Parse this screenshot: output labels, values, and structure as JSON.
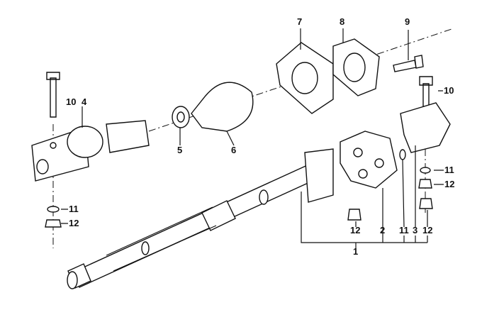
{
  "diagram": {
    "callouts": [
      {
        "id": "label-7",
        "text": "7"
      },
      {
        "id": "label-8",
        "text": "8"
      },
      {
        "id": "label-9",
        "text": "9"
      },
      {
        "id": "label-10-left",
        "text": "10"
      },
      {
        "id": "label-4",
        "text": "4"
      },
      {
        "id": "label-10-right",
        "text": "10"
      },
      {
        "id": "label-5",
        "text": "5"
      },
      {
        "id": "label-6",
        "text": "6"
      },
      {
        "id": "label-11-right",
        "text": "11"
      },
      {
        "id": "label-12-right",
        "text": "12"
      },
      {
        "id": "label-11-left",
        "text": "11"
      },
      {
        "id": "label-12-left",
        "text": "12"
      },
      {
        "id": "label-12-bottom-a",
        "text": "12"
      },
      {
        "id": "label-2",
        "text": "2"
      },
      {
        "id": "label-11-bottom",
        "text": "11"
      },
      {
        "id": "label-3",
        "text": "3"
      },
      {
        "id": "label-12-bottom-b",
        "text": "12"
      },
      {
        "id": "label-1",
        "text": "1"
      }
    ]
  }
}
